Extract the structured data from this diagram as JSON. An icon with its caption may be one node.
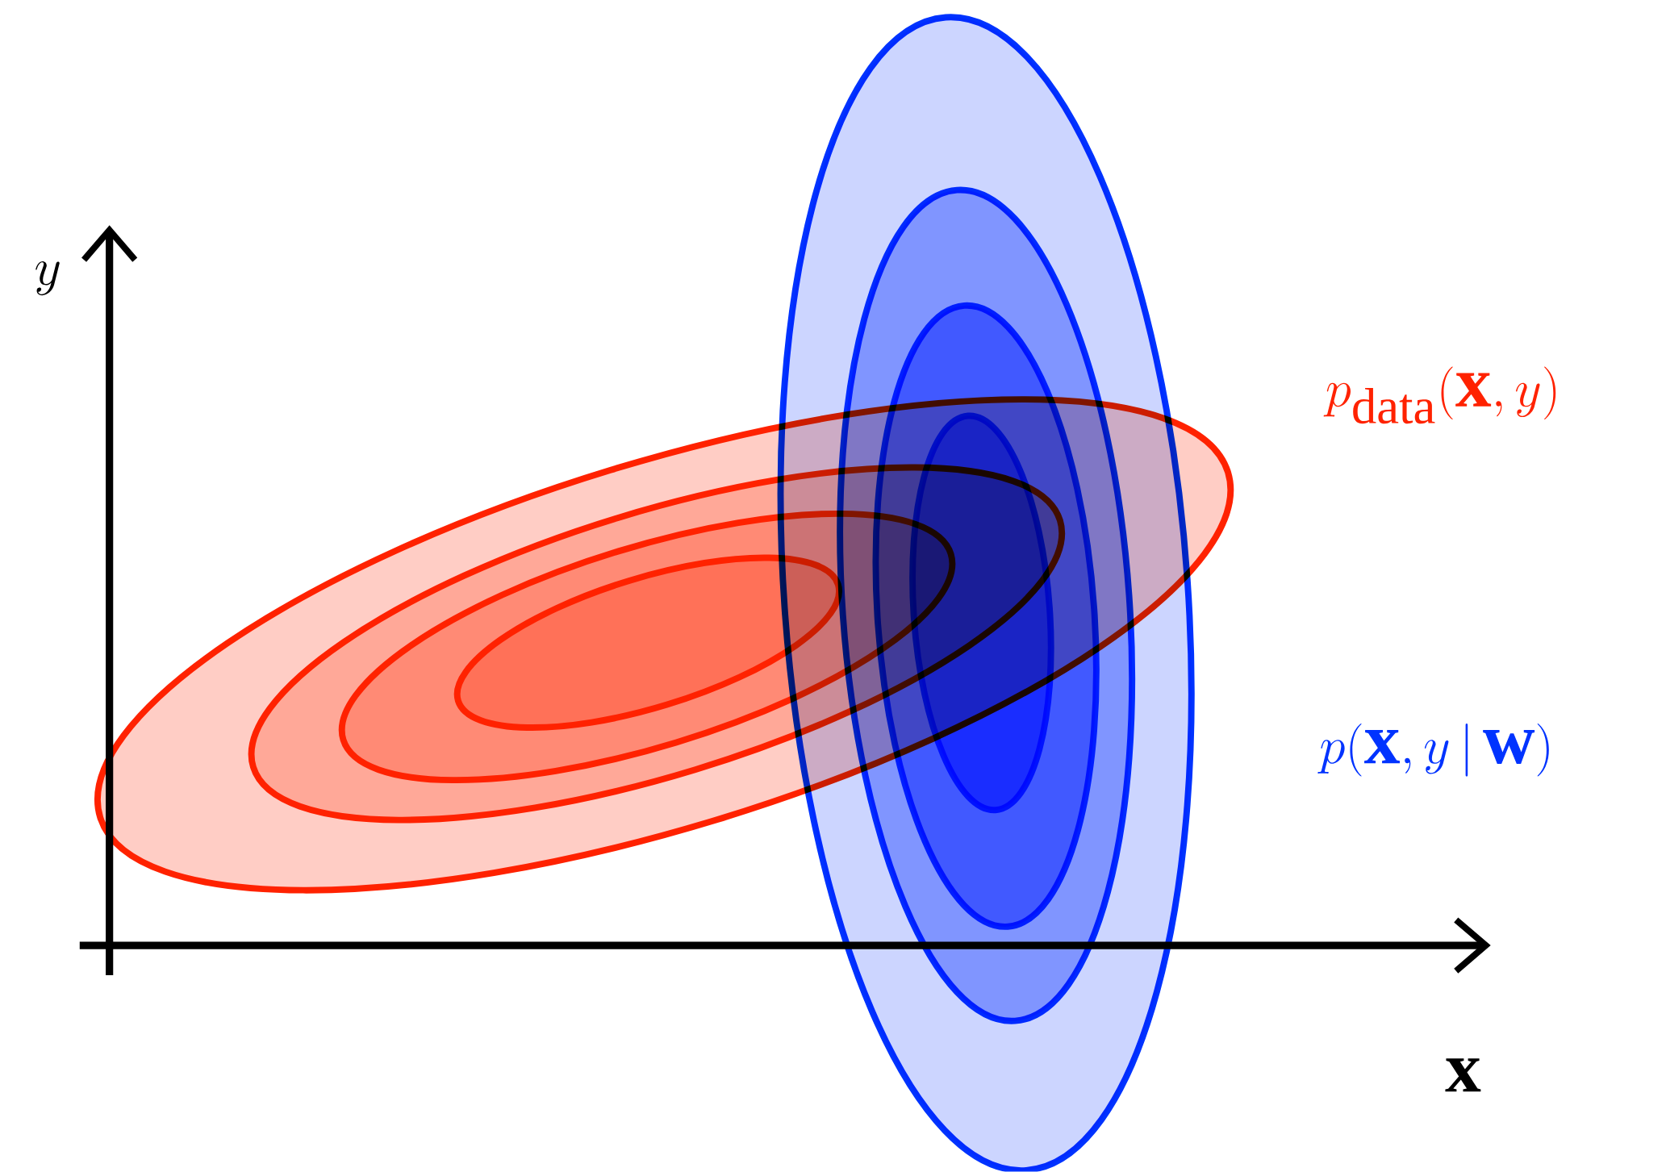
{
  "diagram": {
    "labels": [
      "y",
      "p_{\\mathrm{data}}(\\mathbf{x}, y)",
      "p(\\mathbf{x}, y\\,|\\,\\mathbf{w})",
      "\\mathbf{x}"
    ]
  }
}
